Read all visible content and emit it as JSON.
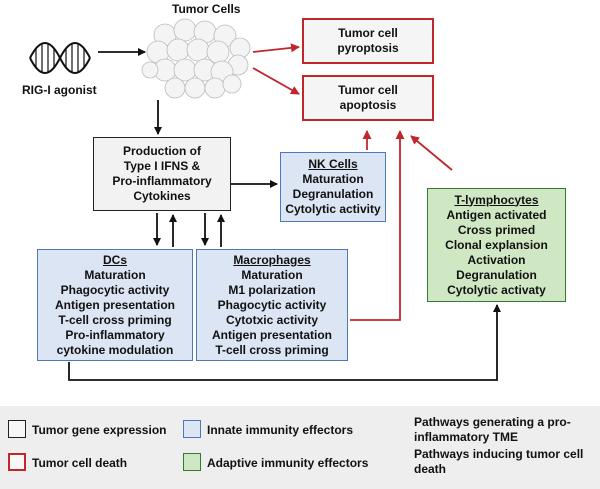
{
  "tumor_cells_label": "Tumor Cells",
  "rig_label": "RIG-I agonist",
  "pyroptosis": "Tumor cell\npyroptosis",
  "apoptosis": "Tumor cell\napoptosis",
  "production": "Production of\nType I IFNS &\nPro-inflammatory\nCytokines",
  "nk": {
    "title": "NK Cells",
    "lines": [
      "Maturation",
      "Degranulation",
      "Cytolytic activity"
    ]
  },
  "dcs": {
    "title": "DCs",
    "lines": [
      "Maturation",
      "Phagocytic activity",
      "Antigen presentation",
      "T-cell cross priming",
      "Pro-inflammatory",
      "cytokine modulation"
    ]
  },
  "macrophages": {
    "title": "Macrophages",
    "lines": [
      "Maturation",
      "M1 polarization",
      "Phagocytic activity",
      "Cytotxic activity",
      "Antigen presentation",
      "T-cell cross priming"
    ]
  },
  "tcells": {
    "title": "T-lymphocytes",
    "lines": [
      "Antigen activated",
      "Cross primed",
      "Clonal explansion",
      "Activation",
      "Degranulation",
      "Cytolytic activaty"
    ]
  },
  "legend": {
    "tumor_gene": "Tumor gene expression",
    "tumor_death": "Tumor cell death",
    "innate": "Innate immunity effectors",
    "adaptive": "Adaptive immunity effectors",
    "pro_inflam": "Pathways generating a pro-\ninflammatory TME",
    "death_path": "Pathways inducing tumor cell\ndeath"
  },
  "colors": {
    "red": "#c0272d",
    "blue_fill": "#dbe5f4",
    "blue_border": "#4f78b4",
    "green_fill": "#cfe8c3",
    "green_border": "#2e7d32"
  }
}
